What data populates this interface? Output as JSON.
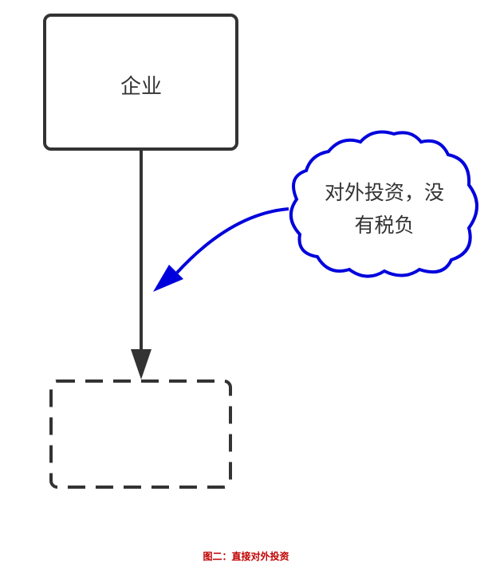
{
  "nodes": {
    "enterprise": {
      "label": "企业"
    }
  },
  "cloud_note": {
    "line1": "对外投资，没",
    "line2": "有税负"
  },
  "caption": "图二：直接对外投资",
  "colors": {
    "box_stroke": "#333333",
    "cloud_stroke": "#0000dd",
    "note_arrow": "#0000dd",
    "caption": "#c00000"
  }
}
